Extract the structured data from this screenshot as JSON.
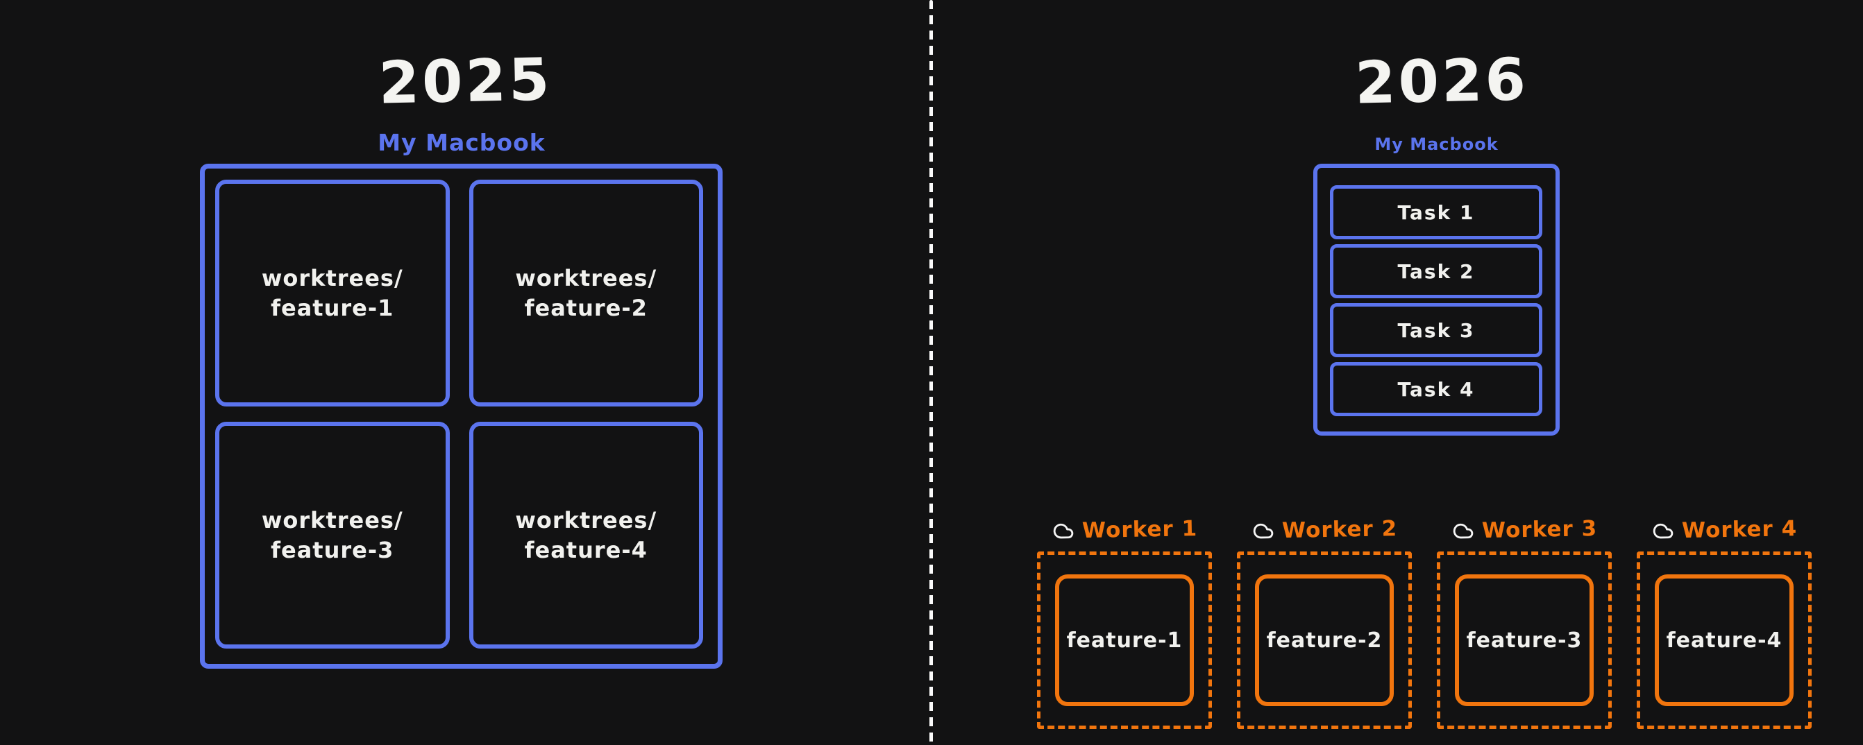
{
  "left": {
    "year": "2025",
    "machine_label": "My Macbook",
    "worktrees": [
      {
        "line1": "worktrees/",
        "line2": "feature-1"
      },
      {
        "line1": "worktrees/",
        "line2": "feature-2"
      },
      {
        "line1": "worktrees/",
        "line2": "feature-3"
      },
      {
        "line1": "worktrees/",
        "line2": "feature-4"
      }
    ]
  },
  "right": {
    "year": "2026",
    "machine_label": "My Macbook",
    "tasks": [
      {
        "label": "Task 1"
      },
      {
        "label": "Task 2"
      },
      {
        "label": "Task 3"
      },
      {
        "label": "Task 4"
      }
    ],
    "workers": [
      {
        "icon": "cloud-icon",
        "label": "Worker 1",
        "feature": "feature-1"
      },
      {
        "icon": "cloud-icon",
        "label": "Worker 2",
        "feature": "feature-2"
      },
      {
        "icon": "cloud-icon",
        "label": "Worker 3",
        "feature": "feature-3"
      },
      {
        "icon": "cloud-icon",
        "label": "Worker 4",
        "feature": "feature-4"
      }
    ]
  },
  "colors": {
    "background": "#121213",
    "blue": "#5b74ee",
    "orange": "#f1750e",
    "text": "#f1f1ee",
    "divider": "#fafafa"
  }
}
